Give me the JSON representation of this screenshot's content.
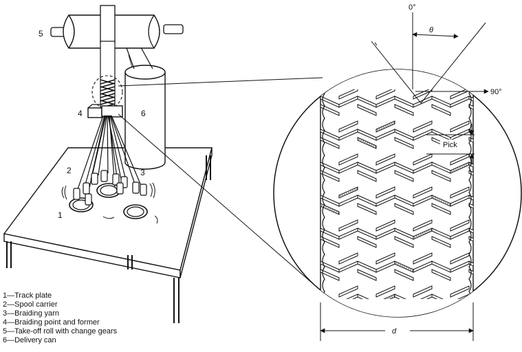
{
  "figure": {
    "callouts": {
      "n1": "1",
      "n2": "2",
      "n3": "3",
      "n4": "4",
      "n5": "5",
      "n6": "6"
    },
    "legend": [
      "1—Track plate",
      "2—Spool carrier",
      "3—Braiding yarn",
      "4—Braiding point and former",
      "5—Take-off roll with change gears",
      "6—Delivery can"
    ],
    "detail": {
      "angle_zero": "0°",
      "angle_theta": "θ",
      "angle_ninety": "90°",
      "pick": "Pick",
      "diameter": "d"
    }
  },
  "colors": {
    "ink": "#111111",
    "paper": "#ffffff"
  }
}
